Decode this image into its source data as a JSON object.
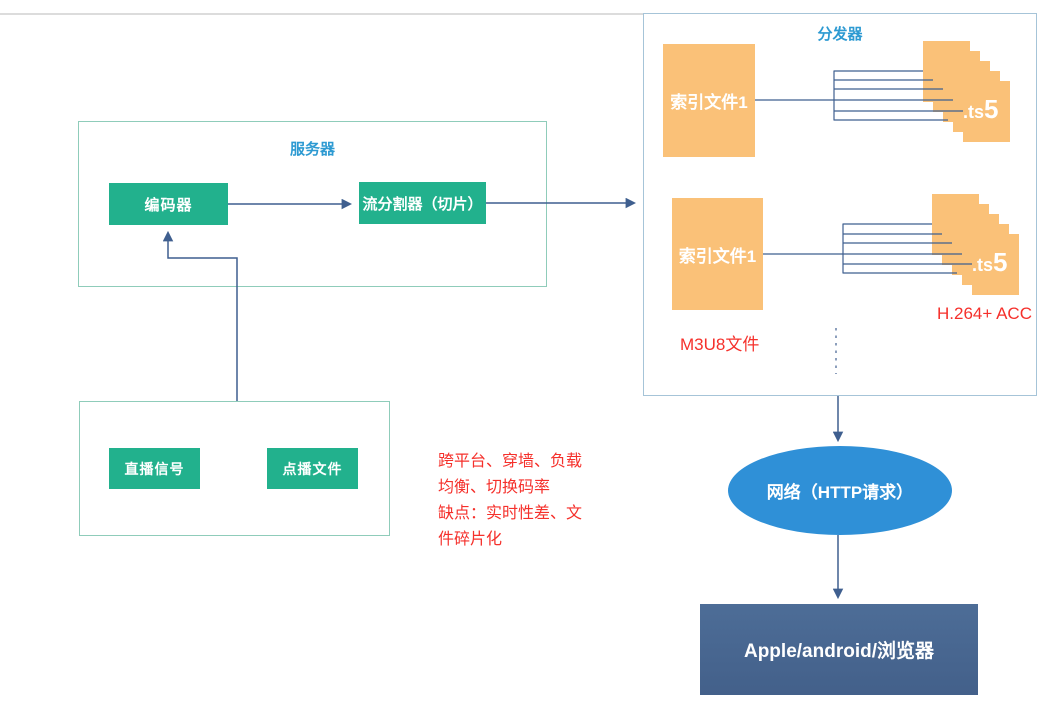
{
  "colors": {
    "green": "#22b18d",
    "orange": "#fac178",
    "blue_label": "#2d9ad2",
    "red": "#f5302b",
    "line": "#3f5f8f",
    "ellipse": "#2f90d7",
    "client": "#4d6d97",
    "teal_border": "#8fccba",
    "blue_border": "#a6c4d8",
    "gray_rule": "#dcdcdc"
  },
  "server_group": {
    "title": "服务器",
    "encoder_label": "编码器",
    "splitter_label": "流分割器（切片）"
  },
  "source_group": {
    "live_label": "直播信号",
    "vod_label": "点播文件"
  },
  "distributor": {
    "title": "分发器",
    "row1": {
      "index_label": "索引文件1",
      "ts_prefix": ".ts",
      "ts_count": "5"
    },
    "row2": {
      "index_label": "索引文件1",
      "ts_prefix": ".ts",
      "ts_count": "5"
    },
    "m3u8_label": "M3U8文件",
    "codec_label": "H.264+ ACC"
  },
  "annotation": {
    "lines": [
      "跨平台、穿墙、负载",
      "均衡、切换码率",
      "缺点：实时性差、文",
      "件碎片化"
    ]
  },
  "network": {
    "label": "网络（HTTP请求）"
  },
  "client": {
    "label": "Apple/android/浏览器"
  }
}
